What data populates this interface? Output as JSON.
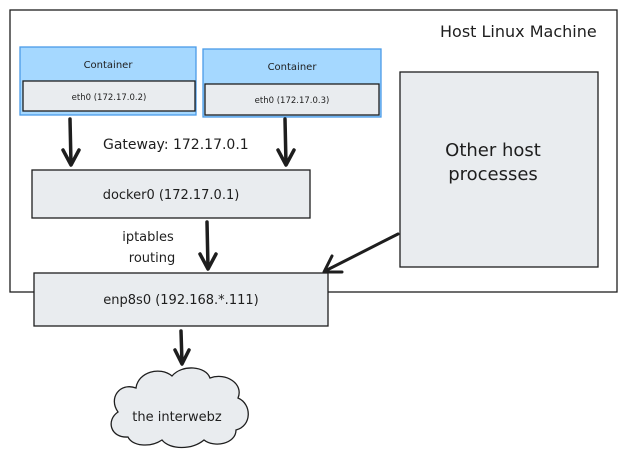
{
  "host": {
    "title": "Host Linux Machine"
  },
  "containers": [
    {
      "title": "Container",
      "interface": "eth0 (172.17.0.2)"
    },
    {
      "title": "Container",
      "interface": "eth0 (172.17.0.3)"
    }
  ],
  "gateway_label": "Gateway: 172.17.0.1",
  "docker_bridge": "docker0 (172.17.0.1)",
  "iptables_label": {
    "line1": "iptables",
    "line2": "routing"
  },
  "other_processes": {
    "line1": "Other host",
    "line2": "processes"
  },
  "nic": "enp8s0 (192.168.*.111)",
  "cloud": "the interwebz",
  "colors": {
    "container_fill": "#a5d8ff",
    "container_stroke": "#4a9ce8",
    "box_fill": "#e9ecef",
    "stroke": "#1e1e1e"
  }
}
